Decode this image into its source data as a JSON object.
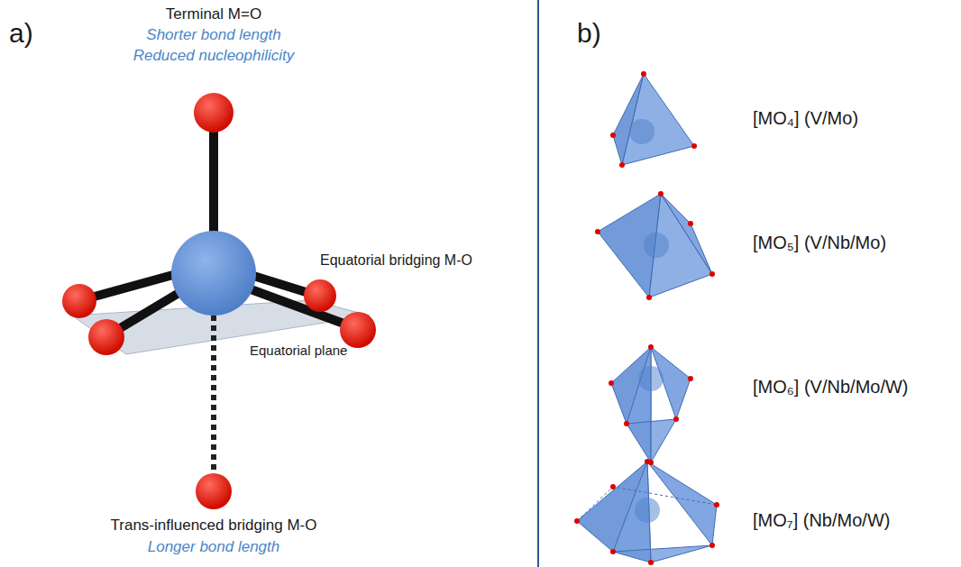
{
  "diagram": {
    "labels": [
      "a)",
      "Terminal M=O",
      "Shorter bond length",
      "Reduced nucleophilicity",
      "Equatorial bridging M-O",
      "Equatorial plane",
      "Trans-influenced bridging M-O",
      "Longer bond length",
      "b)",
      "[MO₄] (V/Mo)",
      "[MO₅] (V/Nb/Mo)",
      "[MO₆] (V/Nb/Mo/W)",
      "[MO₇] (Nb/Mo/W)"
    ]
  }
}
